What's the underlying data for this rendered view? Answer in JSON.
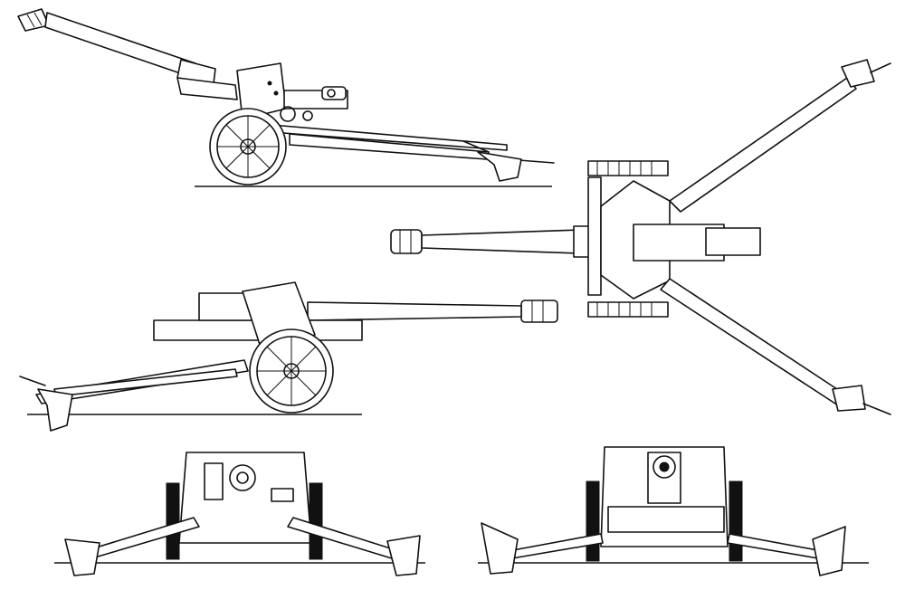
{
  "drawing": {
    "views": [
      {
        "id": "side-left"
      },
      {
        "id": "top"
      },
      {
        "id": "side-right"
      },
      {
        "id": "rear"
      },
      {
        "id": "front"
      }
    ]
  }
}
